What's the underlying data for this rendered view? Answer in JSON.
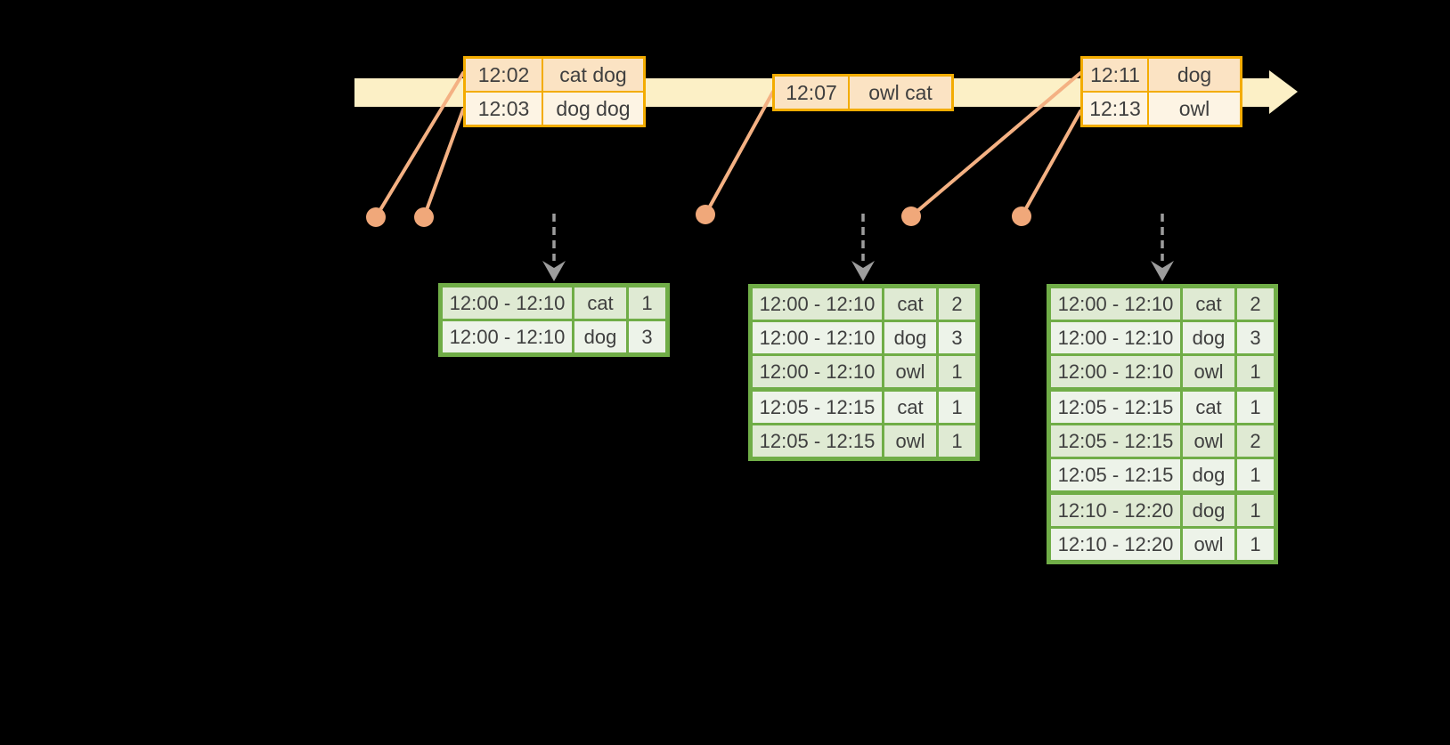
{
  "colors": {
    "background": "#000000",
    "timeline_fill": "#FCF0C6",
    "event_border": "#F3AC01",
    "event_row_dark": "#FBE3C3",
    "event_row_light": "#FDF4E4",
    "connector": "#F4B183",
    "dot": "#F0A87A",
    "trigger_arrow": "#9D9D9D",
    "result_border": "#70AD47",
    "result_row_dark": "#DFEAD3",
    "result_row_light": "#EDF3E9",
    "text": "#3F3F3F"
  },
  "event_tables": [
    {
      "rows": [
        [
          "12:02",
          "cat dog"
        ],
        [
          "12:03",
          "dog dog"
        ]
      ]
    },
    {
      "rows": [
        [
          "12:07",
          "owl cat"
        ]
      ]
    },
    {
      "rows": [
        [
          "12:11",
          "dog"
        ],
        [
          "12:13",
          "owl"
        ]
      ]
    }
  ],
  "result_tables": [
    {
      "rows": [
        [
          "12:00 - 12:10",
          "cat",
          "1"
        ],
        [
          "12:00 - 12:10",
          "dog",
          "3"
        ]
      ]
    },
    {
      "rows": [
        [
          "12:00 - 12:10",
          "cat",
          "2"
        ],
        [
          "12:00 - 12:10",
          "dog",
          "3"
        ],
        [
          "12:00 - 12:10",
          "owl",
          "1"
        ],
        [
          "12:05 - 12:15",
          "cat",
          "1"
        ],
        [
          "12:05 - 12:15",
          "owl",
          "1"
        ]
      ]
    },
    {
      "rows": [
        [
          "12:00 - 12:10",
          "cat",
          "2"
        ],
        [
          "12:00 - 12:10",
          "dog",
          "3"
        ],
        [
          "12:00 - 12:10",
          "owl",
          "1"
        ],
        [
          "12:05 - 12:15",
          "cat",
          "1"
        ],
        [
          "12:05 - 12:15",
          "owl",
          "2"
        ],
        [
          "12:05 - 12:15",
          "dog",
          "1"
        ],
        [
          "12:10 - 12:20",
          "dog",
          "1"
        ],
        [
          "12:10 - 12:20",
          "owl",
          "1"
        ]
      ]
    }
  ]
}
